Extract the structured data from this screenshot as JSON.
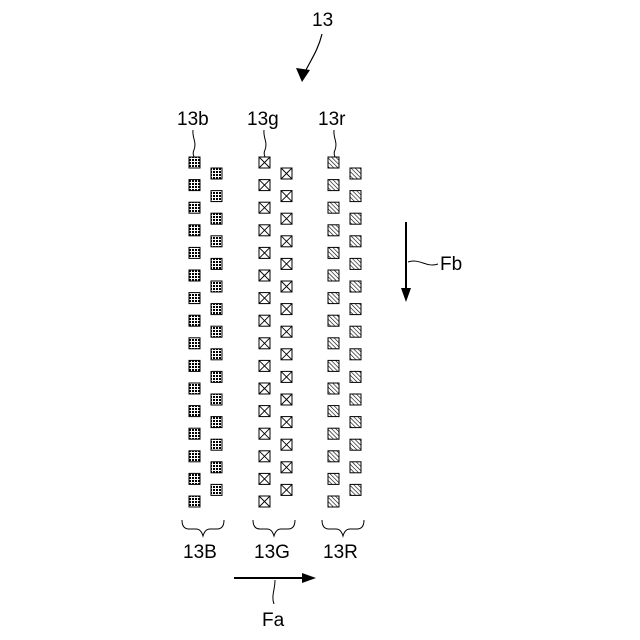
{
  "diagram": {
    "reference": "13",
    "labels": {
      "top_blue": "13b",
      "top_green": "13g",
      "top_red": "13r",
      "group_blue": "13B",
      "group_green": "13G",
      "group_red": "13R",
      "arrow_horizontal": "Fa",
      "arrow_vertical": "Fb"
    },
    "groups": [
      {
        "key": "blue",
        "pattern": "cross-dots",
        "column_counts": [
          16,
          15
        ]
      },
      {
        "key": "green",
        "pattern": "x-box",
        "column_counts": [
          16,
          15
        ]
      },
      {
        "key": "red",
        "pattern": "diagonal-hatch",
        "column_counts": [
          16,
          15
        ]
      }
    ],
    "colors": {
      "ink": "#000000",
      "background": "#ffffff"
    }
  }
}
